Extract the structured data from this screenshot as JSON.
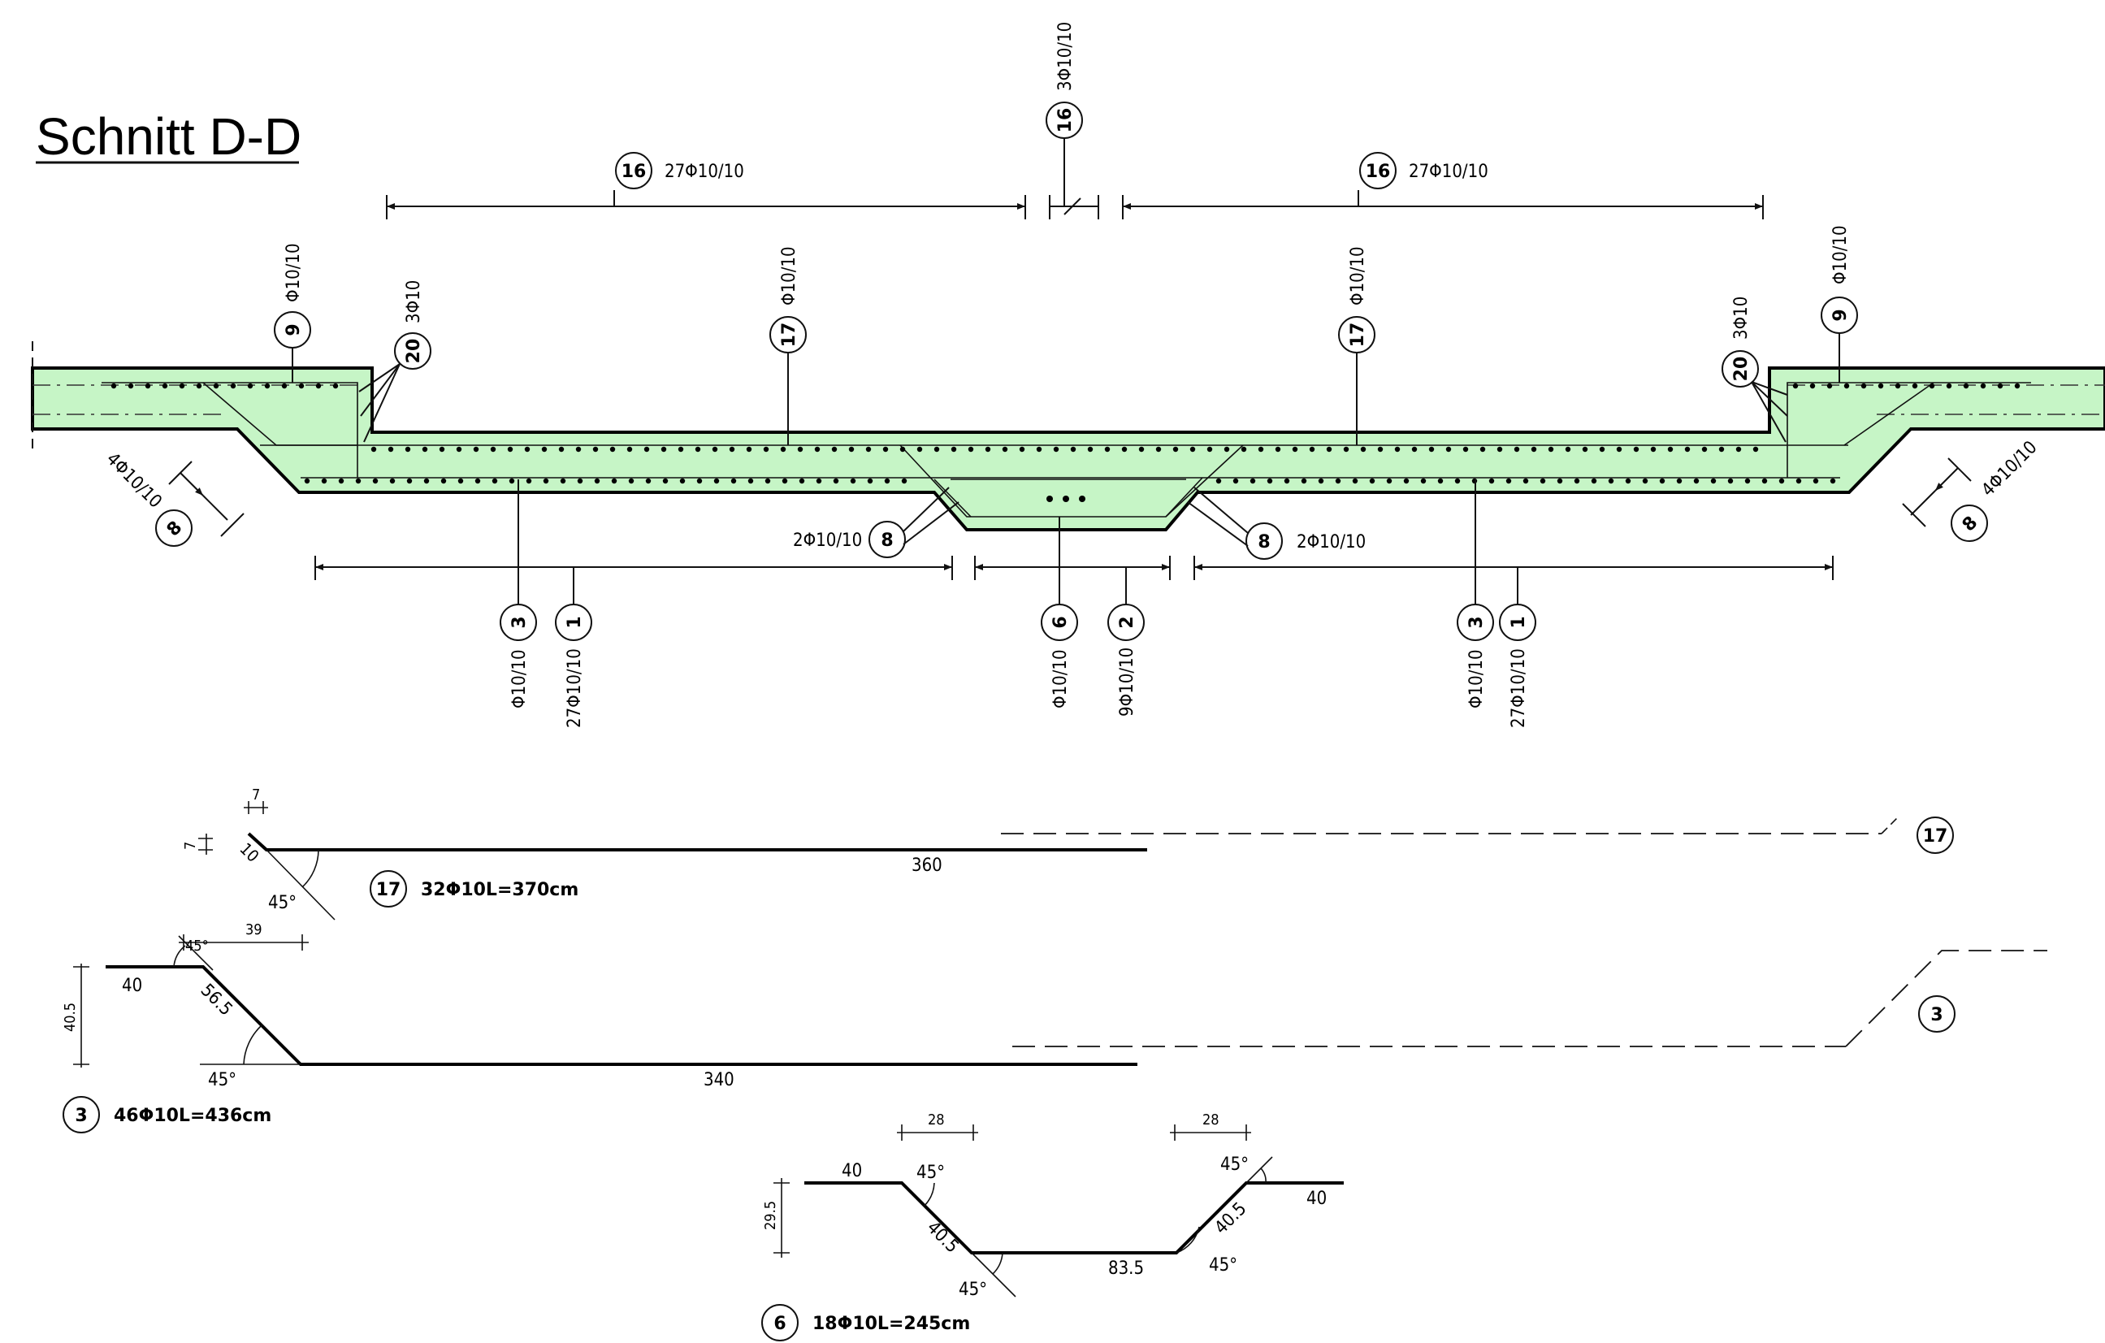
{
  "title": "Schnitt D-D",
  "top_labels": {
    "pos16_left": "27Φ10/10",
    "pos16_center": "3Φ10/10",
    "pos16_right": "27Φ10/10",
    "pos9_left": "Φ10/10",
    "pos9_right": "Φ10/10",
    "pos20_left": "3Φ10",
    "pos20_right": "3Φ10",
    "pos17_left": "Φ10/10",
    "pos17_right": "Φ10/10",
    "pos8_outer_left": "4Φ10/10",
    "pos8_outer_right": "4Φ10/10",
    "pos8_inner_left": "2Φ10/10",
    "pos8_inner_right": "2Φ10/10"
  },
  "bottom_labels": {
    "pos3_left": "Φ10/10",
    "pos1_left": "27Φ10/10",
    "pos6": "Φ10/10",
    "pos2": "9Φ10/10",
    "pos3_right": "Φ10/10",
    "pos1_right": "27Φ10/10"
  },
  "marks": {
    "m1": "1",
    "m2": "2",
    "m3": "3",
    "m6": "6",
    "m8": "8",
    "m9": "9",
    "m16": "16",
    "m17": "17",
    "m20": "20"
  },
  "bar17": {
    "mark": "17",
    "spec": "32Φ10L=370cm",
    "dim_top": "7",
    "dim_side": "7",
    "dim_hook": "10",
    "angle": "45°",
    "length": "360"
  },
  "bar3": {
    "mark": "3",
    "spec": "46Φ10L=436cm",
    "dim_top": "39",
    "dim_height": "40.5",
    "left_leg": "40",
    "slope": "56.5",
    "angle_top": "45°",
    "angle_bottom": "45°",
    "length": "340"
  },
  "bar6": {
    "mark": "6",
    "spec": "18Φ10L=245cm",
    "dim_left": "28",
    "dim_right": "28",
    "dim_height": "29.5",
    "left_leg": "40",
    "right_leg": "40",
    "slope_left": "40.5",
    "slope_right": "40.5",
    "bottom": "83.5",
    "angle_tl": "45°",
    "angle_bl": "45°",
    "angle_tr": "45°",
    "angle_br": "45°"
  }
}
